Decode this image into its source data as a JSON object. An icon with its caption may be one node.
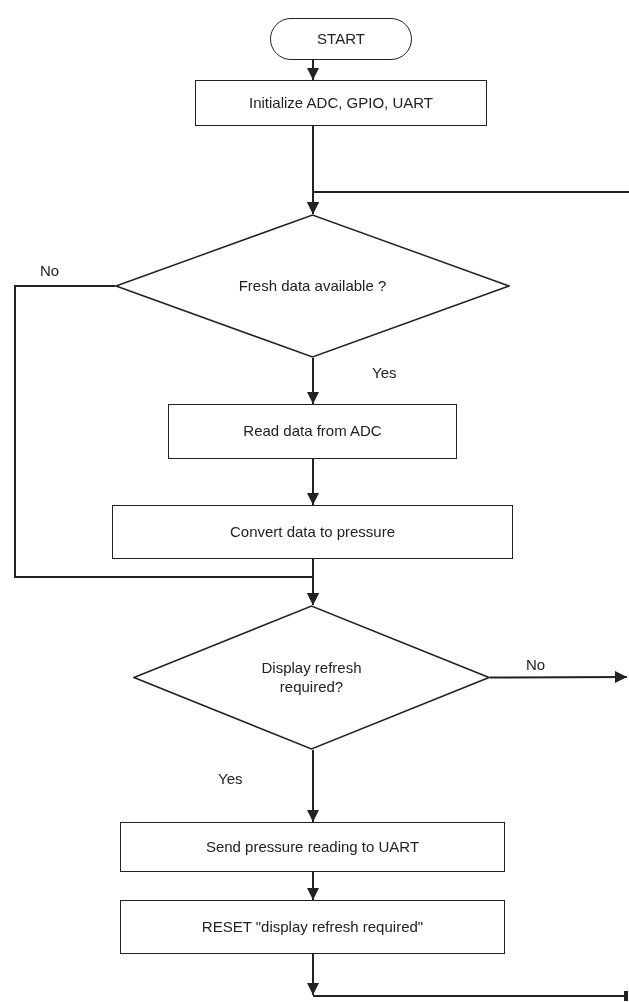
{
  "diagram": {
    "nodes": [
      {
        "text": [
          "START"
        ]
      },
      {
        "text": [
          "Initialize ADC, GPIO, UART"
        ]
      },
      {
        "text": [
          "Fresh data available ?"
        ]
      },
      {
        "text": [
          "Read data from ADC"
        ]
      },
      {
        "text": [
          "Convert data to pressure"
        ]
      },
      {
        "text": [
          "Display refresh required?"
        ]
      },
      {
        "text": [
          "Send pressure reading to UART"
        ]
      },
      {
        "text": [
          "RESET \"display refresh required\""
        ]
      }
    ],
    "edges": [
      {
        "from": 0,
        "to": 1,
        "arrow": "to"
      },
      {
        "from": 1,
        "to": 2,
        "arrow": "to"
      },
      {
        "from": null,
        "to": 2,
        "arrow": "to"
      },
      {
        "from": 2,
        "to": 3,
        "arrow": "to",
        "label": "Yes"
      },
      {
        "from": 3,
        "to": 4,
        "arrow": "to"
      },
      {
        "from": 2,
        "to": 5,
        "arrow": "to",
        "label": "No"
      },
      {
        "from": 4,
        "to": 5,
        "arrow": "to"
      },
      {
        "from": 5,
        "to": null,
        "arrow": "to",
        "label": "No"
      },
      {
        "from": 5,
        "to": 6,
        "arrow": "to",
        "label": "Yes"
      },
      {
        "from": 6,
        "to": 7,
        "arrow": "to"
      },
      {
        "from": 7,
        "to": null,
        "arrow": "to"
      }
    ]
  }
}
